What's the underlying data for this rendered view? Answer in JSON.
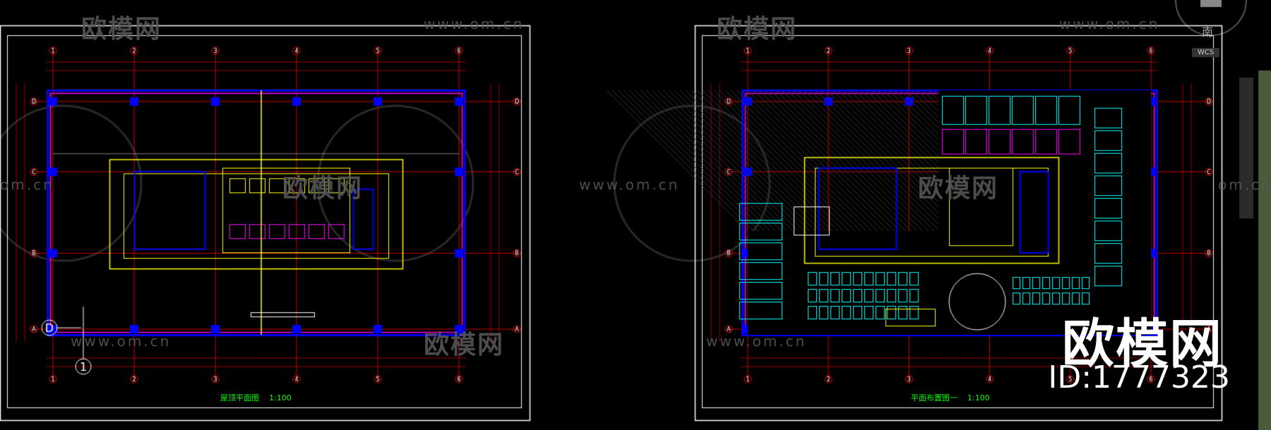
{
  "watermarks": {
    "logo": "欧模网",
    "url": "www.om.cn",
    "url_short": "om.cn"
  },
  "drawings": [
    {
      "title": "屋顶平面图",
      "scale": "1:100"
    },
    {
      "title": "平面布置图一",
      "scale": "1:100"
    }
  ],
  "viewcube": {
    "compass": "南",
    "ucs": "WCS"
  },
  "brand": {
    "name": "欧模网",
    "id": "ID:1777323"
  },
  "grid": {
    "top_labels": [
      "1",
      "2",
      "3",
      "4",
      "5",
      "6"
    ],
    "side_labels": [
      "D",
      "C",
      "B",
      "A"
    ],
    "marker_left": "D",
    "marker_bottom": "1"
  },
  "colors": {
    "background": "#000000",
    "frame": "#ffffff",
    "axis": "#ff0000",
    "wall": "#0000ff",
    "core": "#ffff00",
    "detail": "#ff00ff",
    "furniture": "#00ffff",
    "title": "#00ff00",
    "watermark": "#5a5a5a"
  }
}
